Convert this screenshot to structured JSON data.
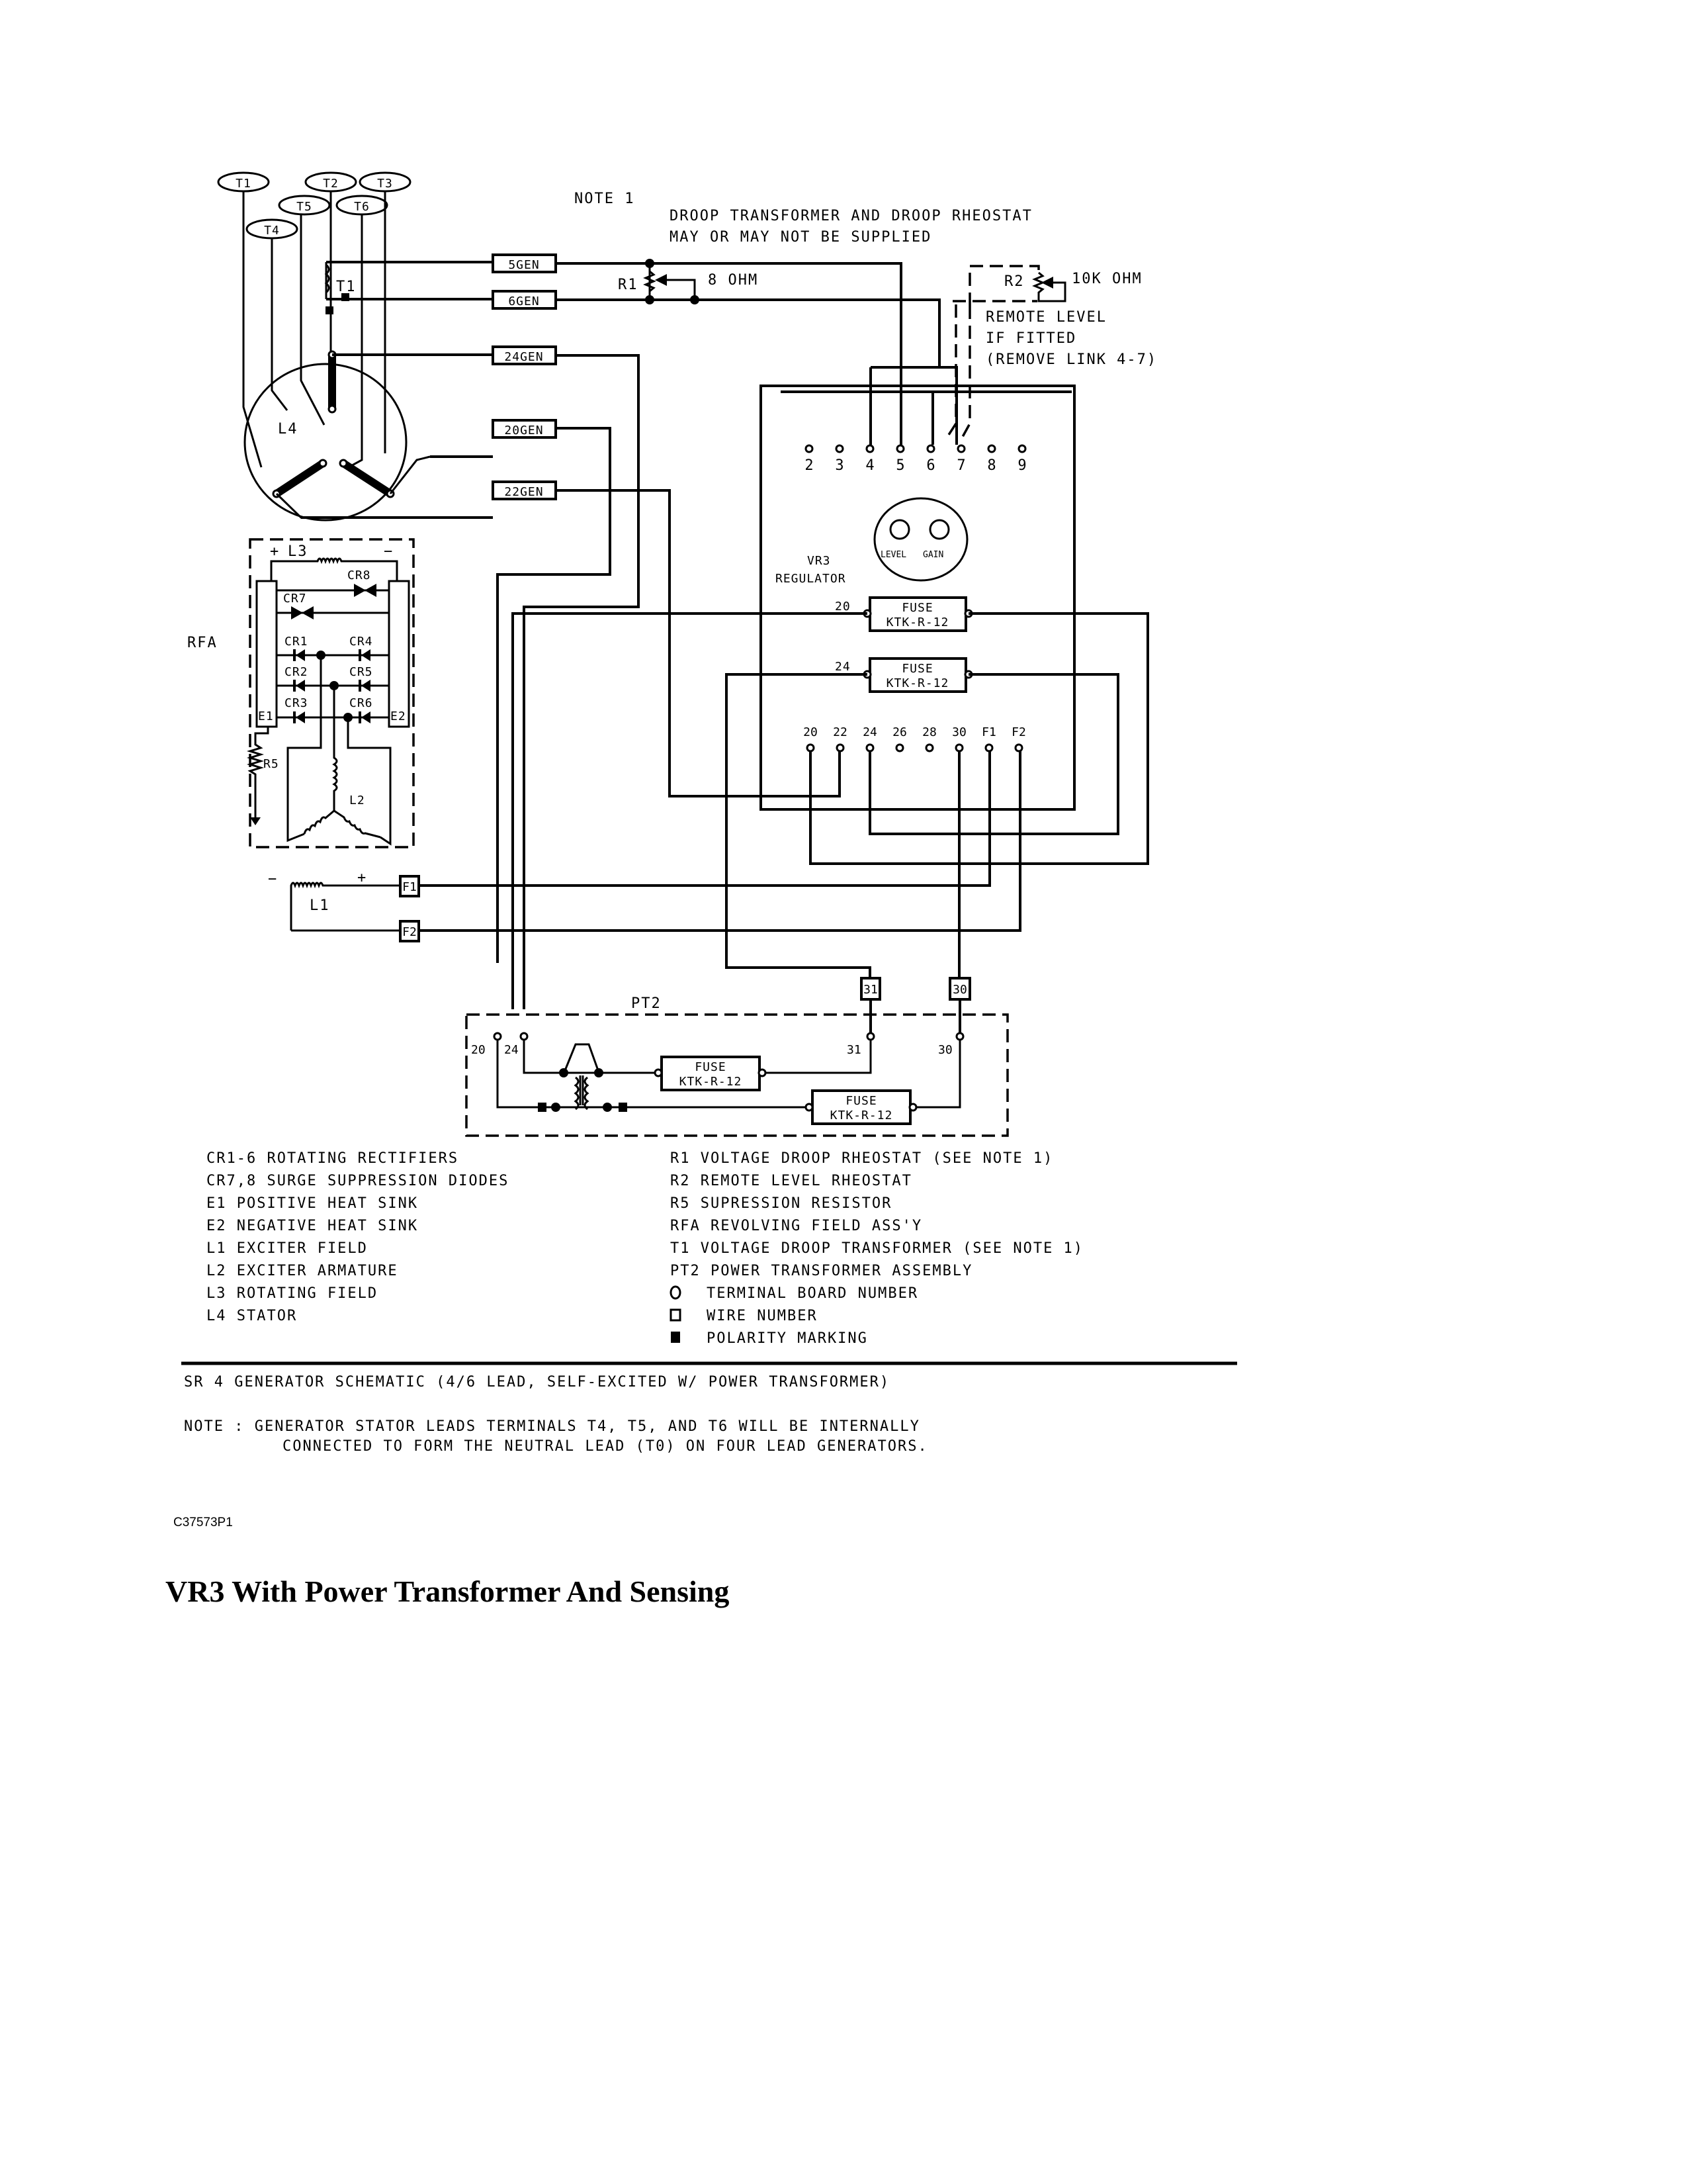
{
  "stator": {
    "leads": [
      "T1",
      "T2",
      "T3",
      "T5",
      "T6",
      "T4"
    ],
    "stator_label": "L4",
    "droop_transformer_label": "T1"
  },
  "wire_labels": {
    "w5gen": "5GEN",
    "w6gen": "6GEN",
    "w24gen": "24GEN",
    "w20gen": "20GEN",
    "w22gen": "22GEN",
    "w31": "31",
    "w30": "30",
    "f1": "F1",
    "f2": "F2"
  },
  "note1": {
    "heading": "NOTE 1",
    "line1": "DROOP TRANSFORMER AND DROOP RHEOSTAT",
    "line2": "MAY OR MAY NOT BE SUPPLIED"
  },
  "r1": {
    "label": "R1",
    "value": "8 OHM"
  },
  "r2": {
    "label": "R2",
    "value": "10K OHM",
    "note_line1": "REMOTE LEVEL",
    "note_line2": "IF FITTED",
    "note_line3": "(REMOVE LINK 4-7)"
  },
  "vr3": {
    "name_line1": "VR3",
    "name_line2": "REGULATOR",
    "top_terminals": [
      "2",
      "3",
      "4",
      "5",
      "6",
      "7",
      "8",
      "9"
    ],
    "bottom_terminals": [
      "20",
      "22",
      "24",
      "26",
      "28",
      "30",
      "F1",
      "F2"
    ],
    "pot_level": "LEVEL",
    "pot_gain": "GAIN",
    "fuse1_input": "20",
    "fuse2_input": "24",
    "fuse_label": "FUSE",
    "fuse_rating": "KTK-R-12"
  },
  "rfa": {
    "label": "RFA",
    "l3": "L3",
    "plus": "+",
    "minus": "−",
    "cr8": "CR8",
    "cr7": "CR7",
    "cr1": "CR1",
    "cr4": "CR4",
    "cr2": "CR2",
    "cr5": "CR5",
    "cr3": "CR3",
    "cr6": "CR6",
    "e1": "E1",
    "e2": "E2",
    "r5": "R5",
    "l2": "L2"
  },
  "exciter": {
    "l1": "L1",
    "minus": "−",
    "plus": "+"
  },
  "pt2": {
    "label": "PT2",
    "terminal_20": "20",
    "terminal_24": "24",
    "terminal_31": "31",
    "terminal_30": "30",
    "fuse_label": "FUSE",
    "fuse_rating": "KTK-R-12"
  },
  "legend": {
    "left": [
      "CR1-6 ROTATING RECTIFIERS",
      "CR7,8 SURGE SUPPRESSION DIODES",
      "E1 POSITIVE HEAT SINK",
      "E2 NEGATIVE HEAT SINK",
      "L1 EXCITER FIELD",
      "L2 EXCITER ARMATURE",
      "L3 ROTATING FIELD",
      "L4 STATOR"
    ],
    "right": [
      "R1 VOLTAGE DROOP RHEOSTAT (SEE NOTE 1)",
      "R2 REMOTE LEVEL RHEOSTAT",
      "R5 SUPRESSION RESISTOR",
      "RFA REVOLVING FIELD ASS'Y",
      "T1 VOLTAGE DROOP TRANSFORMER (SEE NOTE 1)",
      "PT2 POWER TRANSFORMER ASSEMBLY",
      "TERMINAL BOARD NUMBER",
      "WIRE NUMBER",
      "POLARITY MARKING"
    ],
    "symbol_icons": [
      "terminal-circle-icon",
      "wire-number-square-icon",
      "polarity-filled-square-icon"
    ]
  },
  "caption": "SR 4 GENERATOR SCHEMATIC (4/6 LEAD, SELF-EXCITED W/ POWER TRANSFORMER)",
  "note": {
    "line1": "NOTE : GENERATOR STATOR LEADS TERMINALS T4, T5, AND T6 WILL BE INTERNALLY",
    "line2": "CONNECTED TO FORM THE NEUTRAL LEAD (T0) ON FOUR LEAD GENERATORS."
  },
  "figure_id": "C37573P1",
  "page_title": "VR3 With Power Transformer And Sensing"
}
